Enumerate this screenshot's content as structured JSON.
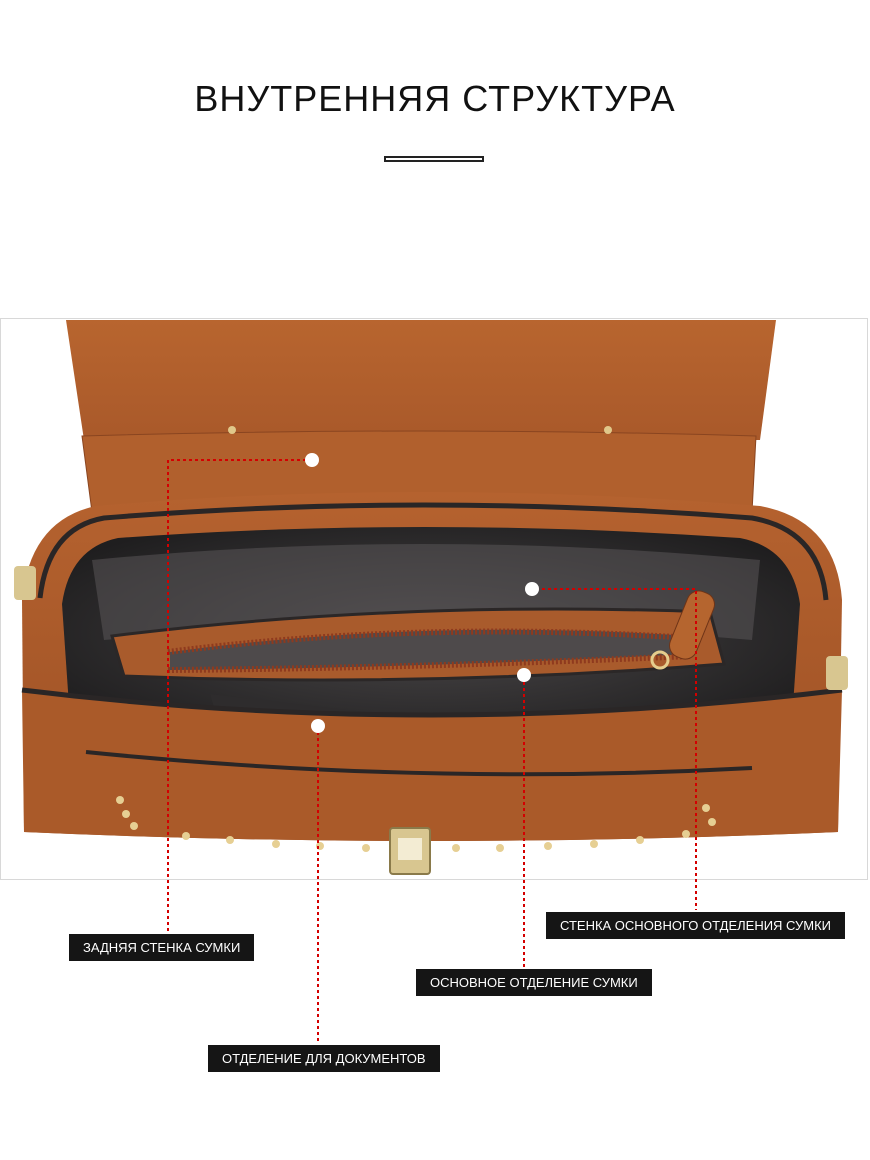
{
  "header": {
    "title": "ВНУТРЕННЯЯ СТРУКТУРА"
  },
  "callouts": {
    "back_wall": "ЗАДНЯЯ СТЕНКА СУМКИ",
    "main_wall": "СТЕНКА ОСНОВНОГО ОТДЕЛЕНИЯ СУМКИ",
    "main_compartment": "ОСНОВНОЕ ОТДЕЛЕНИЕ СУМКИ",
    "document_compartment": "ОТДЕЛЕНИЕ ДЛЯ ДОКУМЕНТОВ"
  },
  "colors": {
    "leather": "#a85a2c",
    "leather_light": "#c2703b",
    "lining": "#3a3839",
    "zipper": "#8f3a1e",
    "leader_line": "#d40000",
    "label_bg": "#151515"
  }
}
